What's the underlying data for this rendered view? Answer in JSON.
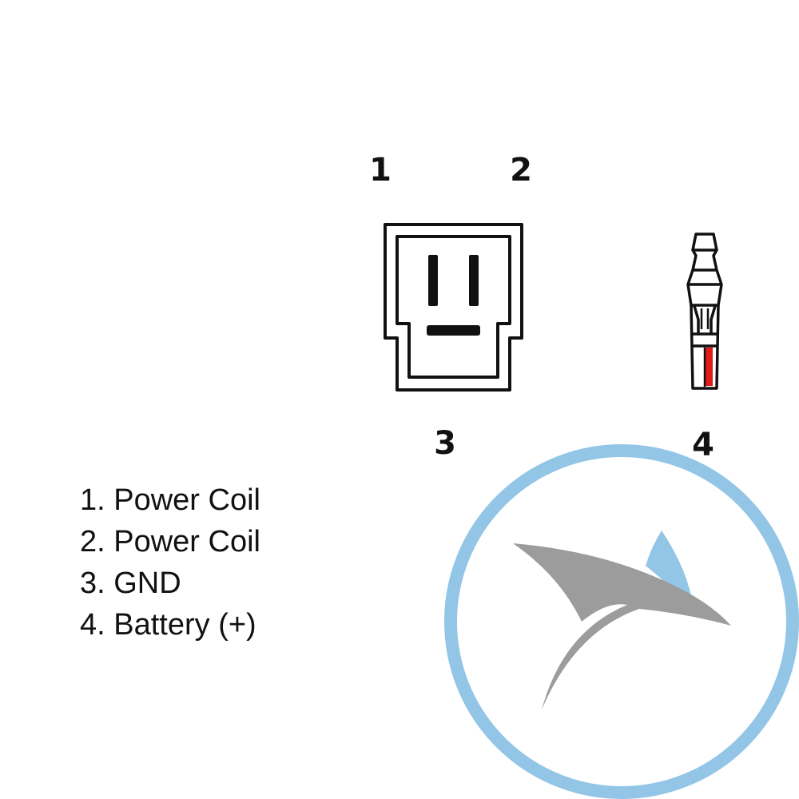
{
  "pin_labels": [
    "1",
    "2",
    "3",
    "4"
  ],
  "legend": [
    "1. Power Coil",
    "2. Power Coil",
    "3. GND",
    "4. Battery (+)"
  ],
  "colors": {
    "outline": "#111111",
    "terminal_wire": "#e01b1b",
    "logo_ring": "#92c5e6",
    "logo_wing_gray": "#9c9c9c",
    "logo_wing_blue": "#92c5e6"
  }
}
